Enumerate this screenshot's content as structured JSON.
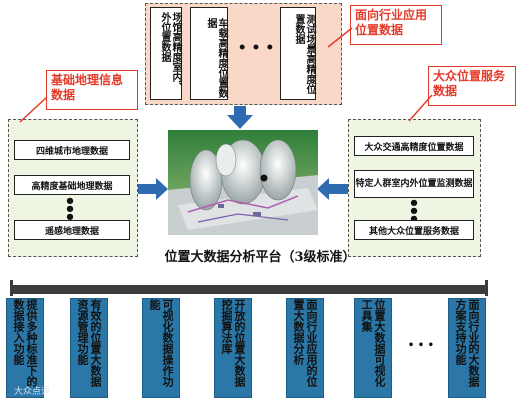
{
  "top_group": {
    "items": [
      "场馆高精度室内、外位置数据",
      "车载高精度位置数据",
      "测试场景高精度位置数据"
    ],
    "ellipsis": "• • •"
  },
  "left_group": {
    "items": [
      "四维城市地理数据",
      "高精度基础地理数据",
      "遥感地理数据"
    ]
  },
  "right_group": {
    "items": [
      "大众交通高精度位置数据",
      "特定人群室内外位置监测数据",
      "其他大众位置服务数据"
    ]
  },
  "callouts": {
    "basic_geo": "基础地理信息数据",
    "industry": "面向行业应用位置数据",
    "public": "大众位置服务数据"
  },
  "platform": {
    "caption": "位置大数据分析平台（3级标准）"
  },
  "bottom_functions": [
    "提供多种标准下的数据接入功能",
    "有效的位置大数据资源管理功能",
    "可视化数据操作功能",
    "开放的位置大数据挖掘算法库",
    "面向行业应用的位置大数据分析",
    "位置大数据可视化工具集",
    "• • •",
    "面向行业的大数据方案支持功能"
  ],
  "watermark": "大众点评",
  "colors": {
    "top_fill": "#f9d8c8",
    "side_fill": "#eef5e2",
    "bottom_box": "#2b78a8",
    "callout": "#e43a2a",
    "arrow_blue": "#2e6bb0",
    "bar_dark": "#3c3c3c"
  }
}
